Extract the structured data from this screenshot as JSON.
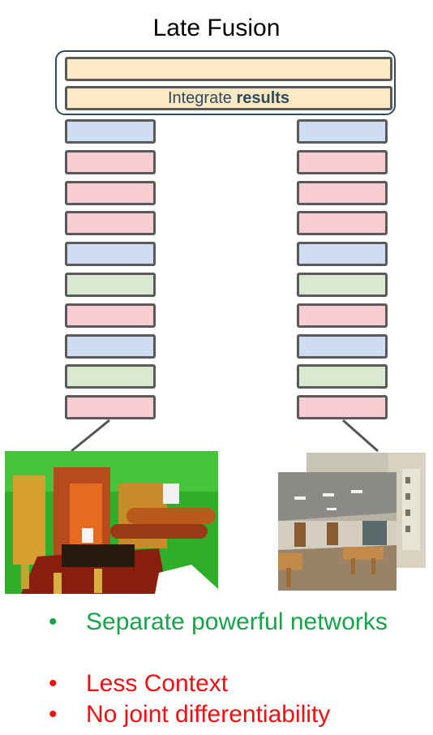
{
  "title": "Late Fusion",
  "fusion_layer": {
    "text_prefix": "Integrate ",
    "text_bold": "results"
  },
  "left_stack": [
    "blue",
    "red",
    "red",
    "red",
    "blue",
    "green",
    "red",
    "blue",
    "green",
    "red"
  ],
  "right_stack": [
    "blue",
    "red",
    "red",
    "red",
    "blue",
    "green",
    "red",
    "blue",
    "green",
    "red"
  ],
  "colors": {
    "blue": "#cfddf2",
    "red": "#f6cdd3",
    "green": "#d8e9d0",
    "fusion": "#fde9c4",
    "fusion_border": "#2f4a5a",
    "pro_bullet": "#17a34a",
    "con_bullet": "#ee1111"
  },
  "bullets": {
    "pros": [
      "Separate powerful networks"
    ],
    "cons": [
      "Less Context",
      "No joint differentiability"
    ]
  }
}
